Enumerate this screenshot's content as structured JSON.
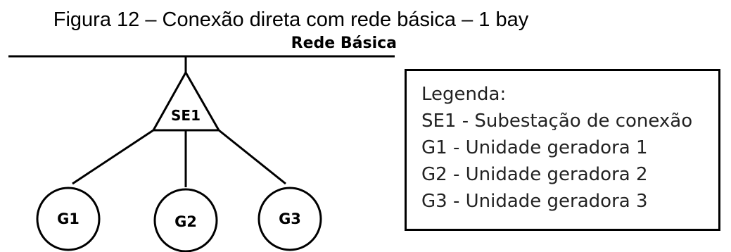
{
  "figure": {
    "caption": "Figura 12 – Conexão direta com rede básica – 1 bay"
  },
  "diagram": {
    "bus_label": "Rede Básica",
    "substation_label": "SE1",
    "generators": [
      {
        "label": "G1"
      },
      {
        "label": "G2"
      },
      {
        "label": "G3"
      }
    ]
  },
  "legend": {
    "title": "Legenda:",
    "items": [
      "SE1 - Subestação de conexão",
      "G1 - Unidade geradora 1",
      "G2 - Unidade geradora 2",
      "G3 - Unidade geradora 3"
    ]
  },
  "colors": {
    "line": "#000000",
    "background": "#ffffff"
  }
}
